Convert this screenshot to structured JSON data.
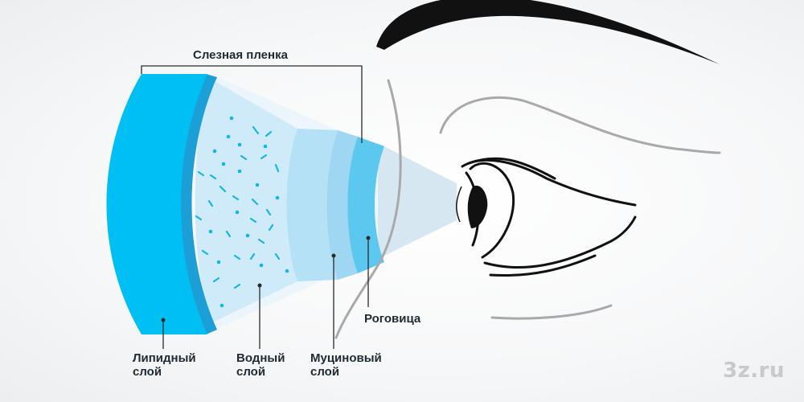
{
  "diagram": {
    "title": "Слезная пленка",
    "layers": [
      {
        "id": "lipid",
        "line1": "Липидный",
        "line2": "слой"
      },
      {
        "id": "water",
        "line1": "Водный",
        "line2": "слой"
      },
      {
        "id": "mucin",
        "line1": "Муциновый",
        "line2": "слой"
      },
      {
        "id": "cornea",
        "line1": "Роговица",
        "line2": ""
      }
    ],
    "colors": {
      "lipid": "#00bff2",
      "lipid_edge": "#1b9fd6",
      "water": "#cfeaf9",
      "water_dots": "#12b6ea",
      "mucin": "#a8dcf5",
      "cornea": "#5cc8ef",
      "eye_line": "#111111",
      "face_line": "#a9a9a9"
    }
  },
  "watermark": "3z.ru"
}
